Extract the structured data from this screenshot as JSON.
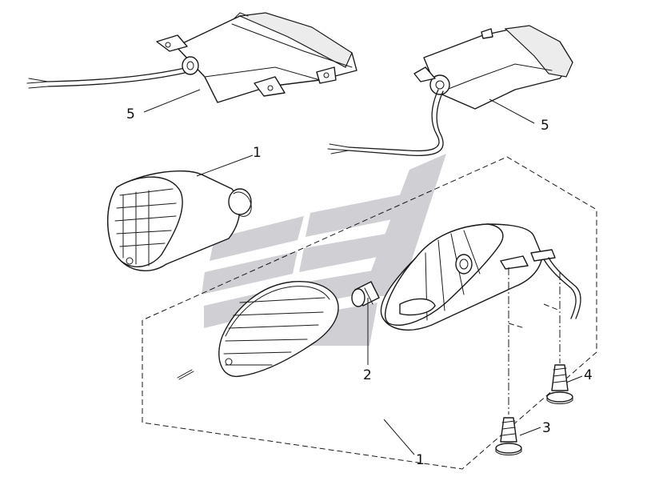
{
  "diagram": {
    "callouts": [
      {
        "id": "c5a",
        "label": "5"
      },
      {
        "id": "c5b",
        "label": "5"
      },
      {
        "id": "c1a",
        "label": "1"
      },
      {
        "id": "c2",
        "label": "2"
      },
      {
        "id": "c4",
        "label": "4"
      },
      {
        "id": "c3",
        "label": "3"
      },
      {
        "id": "c1b",
        "label": "1"
      }
    ]
  },
  "colors": {
    "line": "#1a1a1a",
    "watermark": "#cfcfd4",
    "background": "#ffffff"
  }
}
